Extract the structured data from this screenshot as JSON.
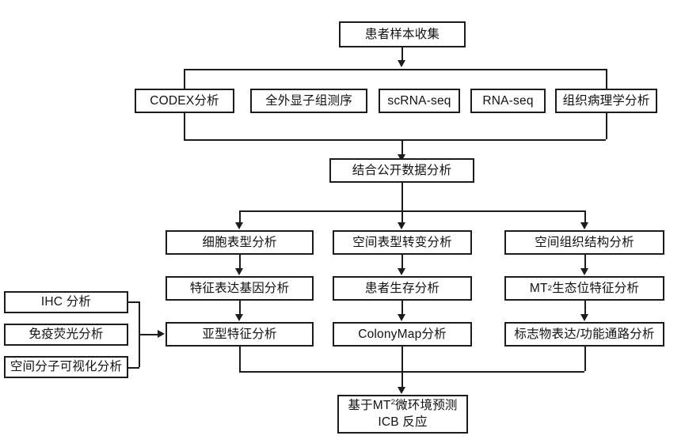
{
  "diagram": {
    "title": "Spatial multi-omics analysis workflow flowchart",
    "accent_color": "#1c1c1c",
    "background_color": "#ffffff",
    "nodes": {
      "sample_collection": "患者样本收集",
      "assays": [
        "CODEX分析",
        "全外显子组测序",
        "scRNA-seq",
        "RNA-seq",
        "组织病理学分析"
      ],
      "public_data": "结合公开数据分析",
      "columns": [
        {
          "row1": "细胞表型分析",
          "row2": "特征表达基因分析",
          "row3": "亚型特征分析"
        },
        {
          "row1": "空间表型转变分析",
          "row2": "患者生存分析",
          "row3": "ColonyMap分析"
        },
        {
          "row1": "空间组织结构分析",
          "row2_prefix": "MT",
          "row2_sup": "2",
          "row2_suffix": "生态位特征分析",
          "row3": "标志物表达/功能通路分析"
        }
      ],
      "side_methods": [
        "IHC 分析",
        "免疫荧光分析",
        "空间分子可视化分析"
      ],
      "outcome": {
        "line1_prefix": "基于MT",
        "line1_sup": "2",
        "line1_suffix": "微环境预测",
        "line2": "ICB 反应"
      }
    }
  }
}
